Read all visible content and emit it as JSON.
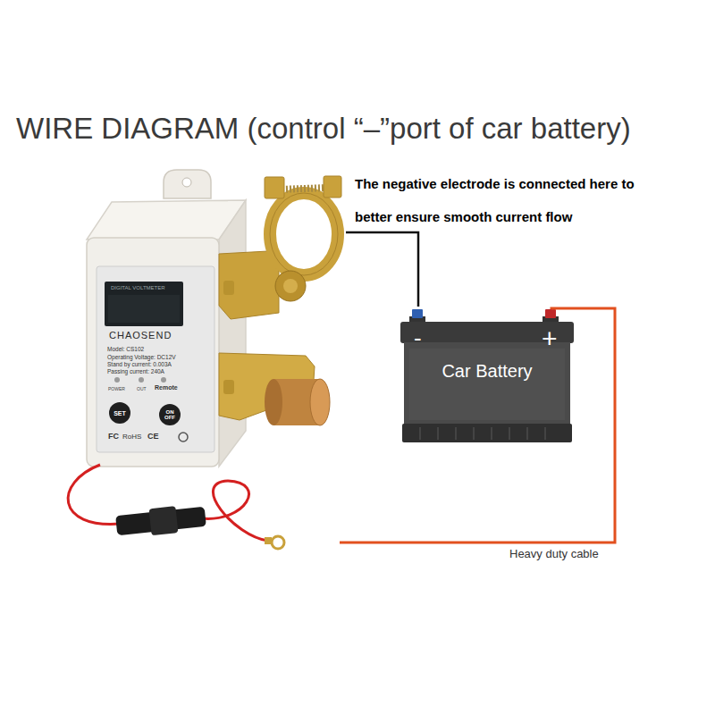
{
  "diagram": {
    "title": "WIRE DIAGRAM (control “–”port of car battery)",
    "nodes": [
      {
        "text": [
          "DIGITAL VOLTMETER",
          "CHAOSEND",
          "Model: CS102",
          "Operating Voltage: DC12V",
          "Stand by current: 0.003A",
          "Passing current: 240A",
          "POWER",
          "OUT",
          "Remote",
          "FC",
          "RoHS",
          "CE"
        ]
      },
      {
        "text": [
          "SET"
        ],
        "in": 0
      },
      {
        "text": [
          "ON OFF"
        ],
        "in": 0
      },
      {
        "text": [
          "-",
          "+",
          "Car Battery"
        ]
      }
    ],
    "edges": [
      {
        "from": 0,
        "to": 3,
        "arrow": "none"
      }
    ],
    "labels": [
      "The negative electrode is connected here to better ensure smooth current flow",
      "Heavy duty cable"
    ]
  }
}
